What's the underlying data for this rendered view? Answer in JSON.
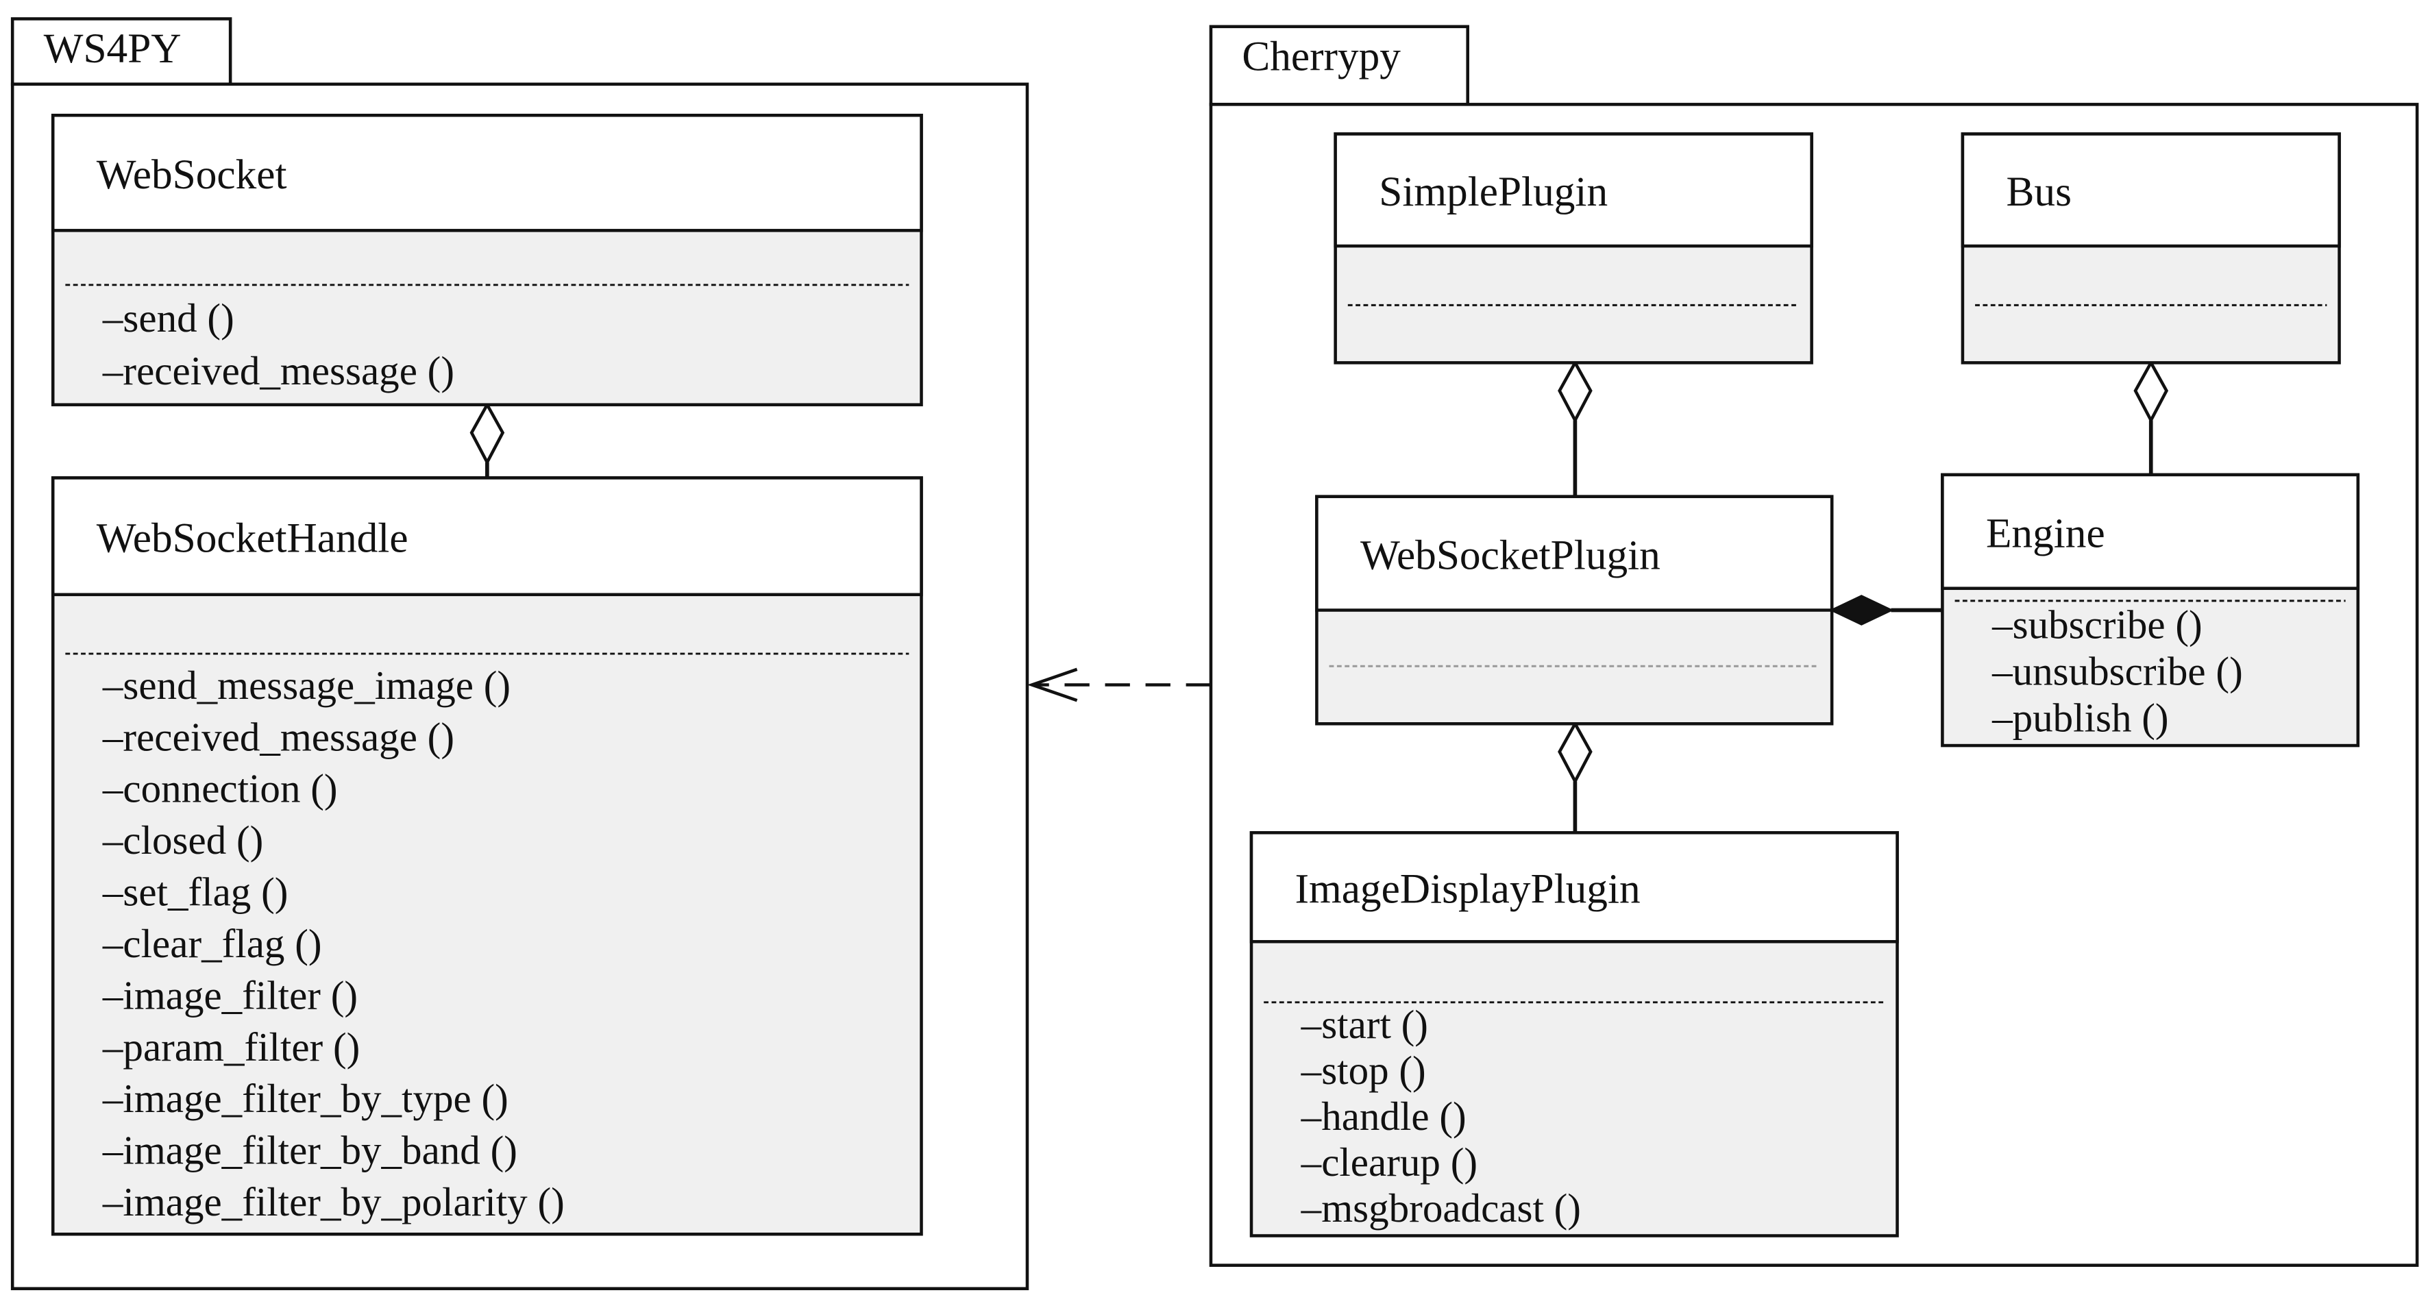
{
  "packages": [
    {
      "id": "ws4py",
      "label": "WS4PY"
    },
    {
      "id": "cherrypy",
      "label": "Cherrypy"
    }
  ],
  "classes": [
    {
      "id": "websocket",
      "name": "WebSocket",
      "methods": [
        "–send ()",
        "–received_message ()"
      ]
    },
    {
      "id": "websockethandle",
      "name": "WebSocketHandle",
      "methods": [
        "–send_message_image ()",
        "–received_message ()",
        "–connection ()",
        "–closed ()",
        "–set_flag ()",
        "–clear_flag ()",
        "–image_filter ()",
        "–param_filter ()",
        "–image_filter_by_type ()",
        "–image_filter_by_band ()",
        "–image_filter_by_polarity ()"
      ]
    },
    {
      "id": "simpleplugin",
      "name": "SimplePlugin",
      "methods": []
    },
    {
      "id": "bus",
      "name": "Bus",
      "methods": []
    },
    {
      "id": "websocketplugin",
      "name": "WebSocketPlugin",
      "methods": []
    },
    {
      "id": "engine",
      "name": "Engine",
      "methods": [
        "–subscribe ()",
        "–unsubscribe ()",
        "–publish ()"
      ]
    },
    {
      "id": "imagedisplayplugin",
      "name": "ImageDisplayPlugin",
      "methods": [
        "–start ()",
        "–stop ()",
        "–handle ()",
        "–clearup ()",
        "–msgbroadcast ()"
      ]
    }
  ],
  "relations": [
    {
      "type": "aggregation",
      "whole": "websocket",
      "part": "websockethandle"
    },
    {
      "type": "aggregation",
      "whole": "simpleplugin",
      "part": "websocketplugin"
    },
    {
      "type": "aggregation",
      "whole": "bus",
      "part": "engine"
    },
    {
      "type": "composition",
      "whole": "websocketplugin",
      "part": "engine"
    },
    {
      "type": "aggregation",
      "whole": "websocketplugin",
      "part": "imagedisplayplugin"
    },
    {
      "type": "dependency",
      "from": "cherrypy",
      "to": "ws4py"
    }
  ],
  "colors": {
    "line": "#111111",
    "compartment_fill": "#f0f0f0",
    "header_fill": "#ffffff"
  }
}
